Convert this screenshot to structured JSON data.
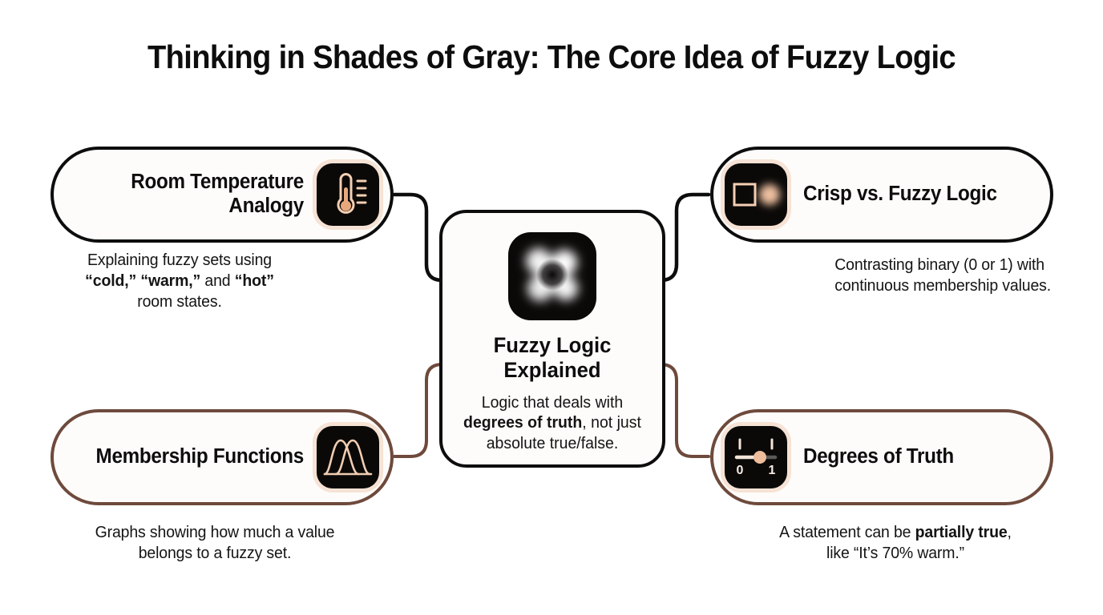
{
  "page": {
    "title": "Thinking in Shades of Gray: The Core Idea of Fuzzy Logic",
    "colors": {
      "background": "#ffffff",
      "text": "#111111",
      "black_border": "#0d0d0d",
      "brown_border": "#6e4a3c",
      "icon_tile_bg": "#0b0908",
      "icon_accent": "#f3cfb4",
      "icon_halo": "#f6e3d5"
    }
  },
  "center": {
    "icon": "fuzzy-blob-icon",
    "title": "Fuzzy Logic Explained",
    "description_parts": [
      {
        "text": "Logic that deals with ",
        "bold": false
      },
      {
        "text": "degrees of truth",
        "bold": true
      },
      {
        "text": ", not just absolute true/false.",
        "bold": false
      }
    ],
    "description_plain": "Logic that deals with degrees of truth, not just absolute true/false."
  },
  "branches": [
    {
      "id": "room-temperature-analogy",
      "position": "top-left",
      "title": "Room Temperature Analogy",
      "icon": "thermometer-icon",
      "border_style": "black",
      "caption_parts": [
        {
          "text": "Explaining fuzzy sets using ",
          "bold": false
        },
        {
          "text": "“cold,” “warm,”",
          "bold": true
        },
        {
          "text": " and ",
          "bold": false
        },
        {
          "text": "“hot”",
          "bold": true
        },
        {
          "text": " room states.",
          "bold": false
        }
      ],
      "caption_plain": "Explaining fuzzy sets using “cold,” “warm,” and “hot” room states."
    },
    {
      "id": "crisp-vs-fuzzy-logic",
      "position": "top-right",
      "title": "Crisp vs. Fuzzy Logic",
      "icon": "crisp-vs-fuzzy-icon",
      "border_style": "black",
      "caption_parts": [
        {
          "text": "Contrasting binary (0 or 1) with continuous membership values.",
          "bold": false
        }
      ],
      "caption_plain": "Contrasting binary (0 or 1) with continuous membership values."
    },
    {
      "id": "membership-functions",
      "position": "bottom-left",
      "title": "Membership Functions",
      "icon": "membership-curves-icon",
      "border_style": "brown",
      "caption_parts": [
        {
          "text": "Graphs showing how much a value belongs to a fuzzy set.",
          "bold": false
        }
      ],
      "caption_plain": "Graphs showing how much a value belongs to a fuzzy set."
    },
    {
      "id": "degrees-of-truth",
      "position": "bottom-right",
      "title": "Degrees of Truth",
      "icon": "slider-zero-one-icon",
      "border_style": "brown",
      "icon_labels": {
        "min": "0",
        "max": "1"
      },
      "caption_parts": [
        {
          "text": "A statement can be ",
          "bold": false
        },
        {
          "text": "partially true",
          "bold": true
        },
        {
          "text": ", like “It’s 70% warm.”",
          "bold": false
        }
      ],
      "caption_plain": "A statement can be partially true, like “It’s 70% warm.”"
    }
  ]
}
